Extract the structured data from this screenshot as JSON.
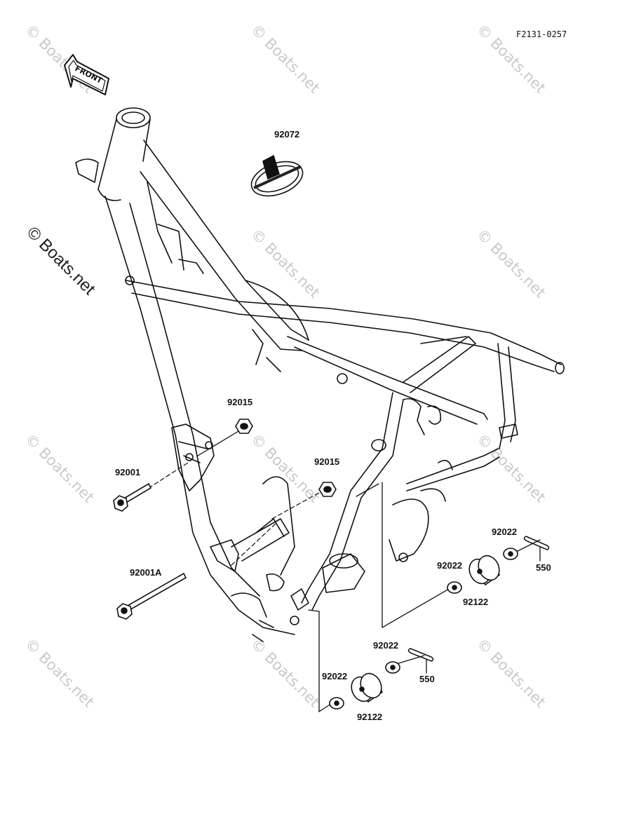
{
  "drawing_number": "F2131-0257",
  "front_arrow_label": "FRONT",
  "watermark_small": "© Boats.net",
  "watermark_large": "© Boats.net",
  "parts": {
    "p92072": "92072",
    "p92015_upper": "92015",
    "p92015_lower": "92015",
    "p92001": "92001",
    "p92001A": "92001A",
    "p92022_right_top": "92022",
    "p92022_right_mid": "92022",
    "p92122_right": "92122",
    "p550_right": "550",
    "p92022_bottom_top": "92022",
    "p92022_bottom_left": "92022",
    "p92122_bottom": "92122",
    "p550_bottom": "550"
  }
}
